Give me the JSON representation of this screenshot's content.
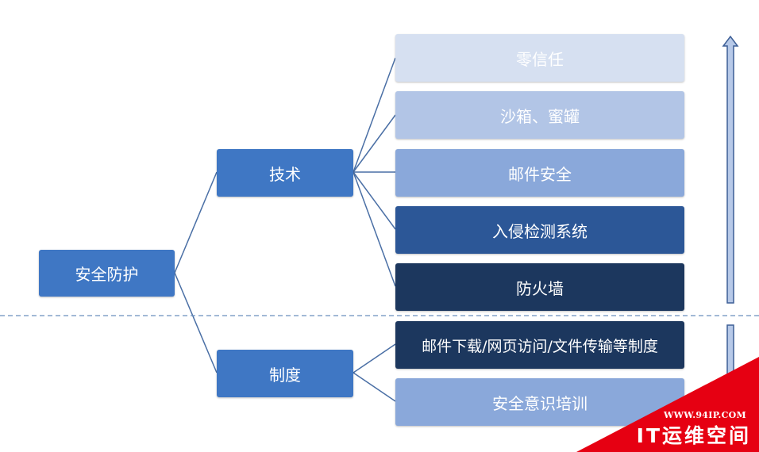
{
  "diagram": {
    "root": {
      "label": "安全防护"
    },
    "branches": [
      {
        "label": "技术",
        "children": [
          {
            "label": "零信任",
            "color": "#d6e0f1"
          },
          {
            "label": "沙箱、蜜罐",
            "color": "#b2c5e6"
          },
          {
            "label": "邮件安全",
            "color": "#8aa8da"
          },
          {
            "label": "入侵检测系统",
            "color": "#2c5797"
          },
          {
            "label": "防火墙",
            "color": "#1c375e"
          }
        ]
      },
      {
        "label": "制度",
        "children": [
          {
            "label": "邮件下载/网页访问/文件传输等制度",
            "color": "#1c375e"
          },
          {
            "label": "安全意识培训",
            "color": "#8aa8da"
          }
        ]
      }
    ]
  },
  "colors": {
    "node_blue": "#3f77c4",
    "connector": "#4a6fa5",
    "divider": "#6b8fbd",
    "arrow_fill": "#b7c9e8",
    "arrow_stroke": "#3d5f96",
    "watermark_red": "#e60012"
  },
  "watermark": {
    "url": "WWW.94IP.COM",
    "name": "IT运维空间"
  }
}
